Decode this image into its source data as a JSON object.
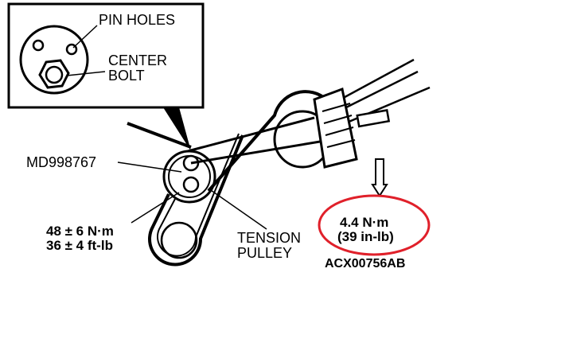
{
  "inset": {
    "pin_holes": "PIN HOLES",
    "center_line1": "CENTER",
    "center_line2": "BOLT"
  },
  "labels": {
    "tool": "MD998767",
    "torque_nm": "48 ± 6 N·m",
    "torque_ftlb": "36 ± 4 ft-lb",
    "tension_line1": "TENSION",
    "tension_line2": "PULLEY",
    "highlight_nm": "4.4 N·m",
    "highlight_inlb": "(39 in-lb)",
    "figure_id": "ACX00756AB"
  },
  "colors": {
    "highlight": "#e0202a"
  }
}
